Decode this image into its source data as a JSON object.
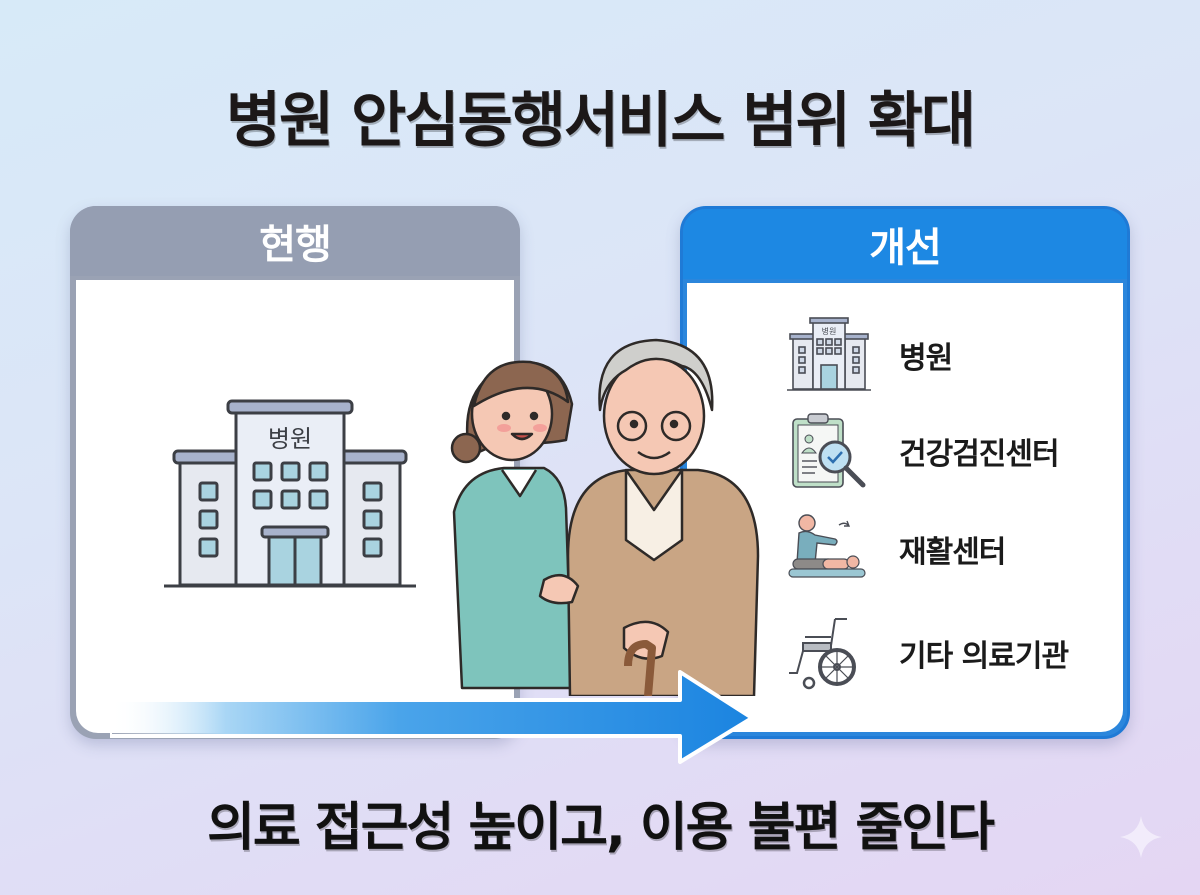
{
  "title": "병원 안심동행서비스 범위 확대",
  "subtitle": "의료 접근성 높이고, 이용 불편 줄인다",
  "current": {
    "header": "현행",
    "header_color": "#959eb2",
    "building_sign": "병원",
    "icon": "hospital-building-icon"
  },
  "improved": {
    "header": "개선",
    "header_color": "#1d88e3",
    "items": [
      {
        "label": "병원",
        "icon": "hospital-building-icon",
        "sign": "병원"
      },
      {
        "label": "건강검진센터",
        "icon": "clipboard-magnifier-check-icon"
      },
      {
        "label": "재활센터",
        "icon": "rehabilitation-therapy-icon"
      },
      {
        "label": "기타 의료기관",
        "icon": "wheelchair-icon"
      }
    ]
  },
  "illustration": {
    "description": "nurse-escorting-elderly-man-with-cane"
  },
  "arrow": {
    "direction": "right",
    "color": "#1b84e0"
  },
  "watermark": {
    "icon": "sparkle-icon"
  }
}
